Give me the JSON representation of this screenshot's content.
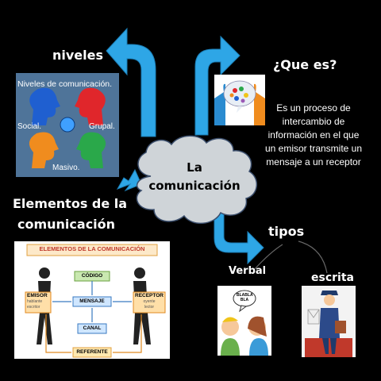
{
  "center": {
    "line1": "La",
    "line2": "comunicación"
  },
  "niveles": {
    "title": "niveles",
    "img_title": "Niveles de comunicación.",
    "social": "Social.",
    "grupal": "Grupal.",
    "masivo": "Masivo."
  },
  "que_es": {
    "title": "¿Que es?",
    "line1": "Es un proceso de",
    "line2": "intercambio de",
    "line3": "información en el que",
    "line4": "un emisor transmite un",
    "line5": "mensaje a un receptor"
  },
  "elementos": {
    "title1": "Elementos de la",
    "title2": "comunicación",
    "img_title": "ELEMENTOS DE LA COMUNICACIÓN",
    "codigo": "CÓDIGO",
    "emisor": "EMISOR",
    "emisor_sub1": "hablante",
    "emisor_sub2": "escritor",
    "mensaje": "MENSAJE",
    "receptor": "RECEPTOR",
    "receptor_sub1": "oyente",
    "receptor_sub2": "lector",
    "canal": "CANAL",
    "referente": "REFERENTE"
  },
  "tipos": {
    "title": "tipos",
    "verbal": "Verbal",
    "escrita": "escrita",
    "bubble_l1": "BLABLA",
    "bubble_l2": "BLA"
  },
  "colors": {
    "arrow": "#2ea6e6",
    "cloud": "#cfd4d8",
    "background": "#000000"
  }
}
